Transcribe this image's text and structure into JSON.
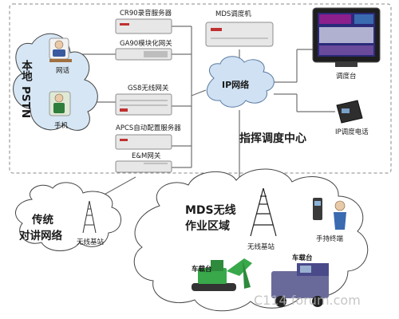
{
  "diagram": {
    "colors": {
      "dashed_border": "#8a8a8a",
      "cloud_fill": "#ffffff",
      "cloud_stroke": "#444444",
      "pstn_cloud_fill": "#d6e6f4",
      "ip_cloud_fill": "#cfe1f3",
      "device_body": "#e7e7e7",
      "device_stroke": "#8e8e8e",
      "line": "#707070",
      "monitor_screen": "#2a2a7a",
      "monitor_accent": "#8c1f8c",
      "excavator": "#38a84a",
      "vehicle": "#4a4a8a"
    },
    "pstn_cloud": {
      "label_line1": "本地",
      "label_line2": "PSTN",
      "phone_label": "网话",
      "mobile_label": "手机"
    },
    "devices": [
      {
        "label": "CR90录音服务器"
      },
      {
        "label": "GA90模块化网关"
      },
      {
        "label": "GS8无线网关"
      },
      {
        "label": "APCS自动配置服务器"
      },
      {
        "label": "E&M网关"
      }
    ],
    "mds_device": {
      "label": "MDS调度机"
    },
    "ip_cloud": {
      "label": "IP网络"
    },
    "dispatch_console": {
      "label": "调度台"
    },
    "ip_phone": {
      "label": "IP调度电话"
    },
    "center_title": "指挥调度中心",
    "legacy_cloud": {
      "label_line1": "传统",
      "label_line2": "对讲网络",
      "station_label": "无线基站"
    },
    "mds_wireless_cloud": {
      "label_line1": "MDS无线",
      "label_line2": "作业区域",
      "station_label": "无线基站",
      "handheld_label": "手持终端",
      "vehicle_label_1": "车载台",
      "vehicle_label_2": "车载台"
    },
    "watermark": "C114 forum.com"
  }
}
